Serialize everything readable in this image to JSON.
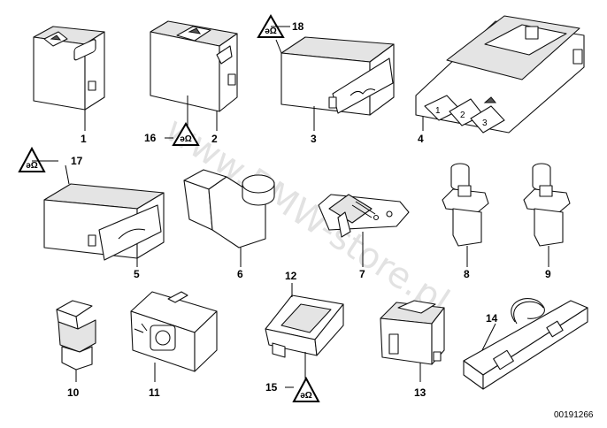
{
  "parts": [
    {
      "number": "1"
    },
    {
      "number": "2"
    },
    {
      "number": "3"
    },
    {
      "number": "4"
    },
    {
      "number": "5"
    },
    {
      "number": "6"
    },
    {
      "number": "7"
    },
    {
      "number": "8"
    },
    {
      "number": "9"
    },
    {
      "number": "10"
    },
    {
      "number": "11"
    },
    {
      "number": "12"
    },
    {
      "number": "13"
    },
    {
      "number": "14"
    },
    {
      "number": "15"
    },
    {
      "number": "16"
    },
    {
      "number": "17"
    },
    {
      "number": "18"
    }
  ],
  "warning_symbol": {
    "icon": "warning-triangle-icon",
    "text": "ǝΩ"
  },
  "watermark": "www.BMW-store.pl",
  "diagram_reference": "00191266"
}
